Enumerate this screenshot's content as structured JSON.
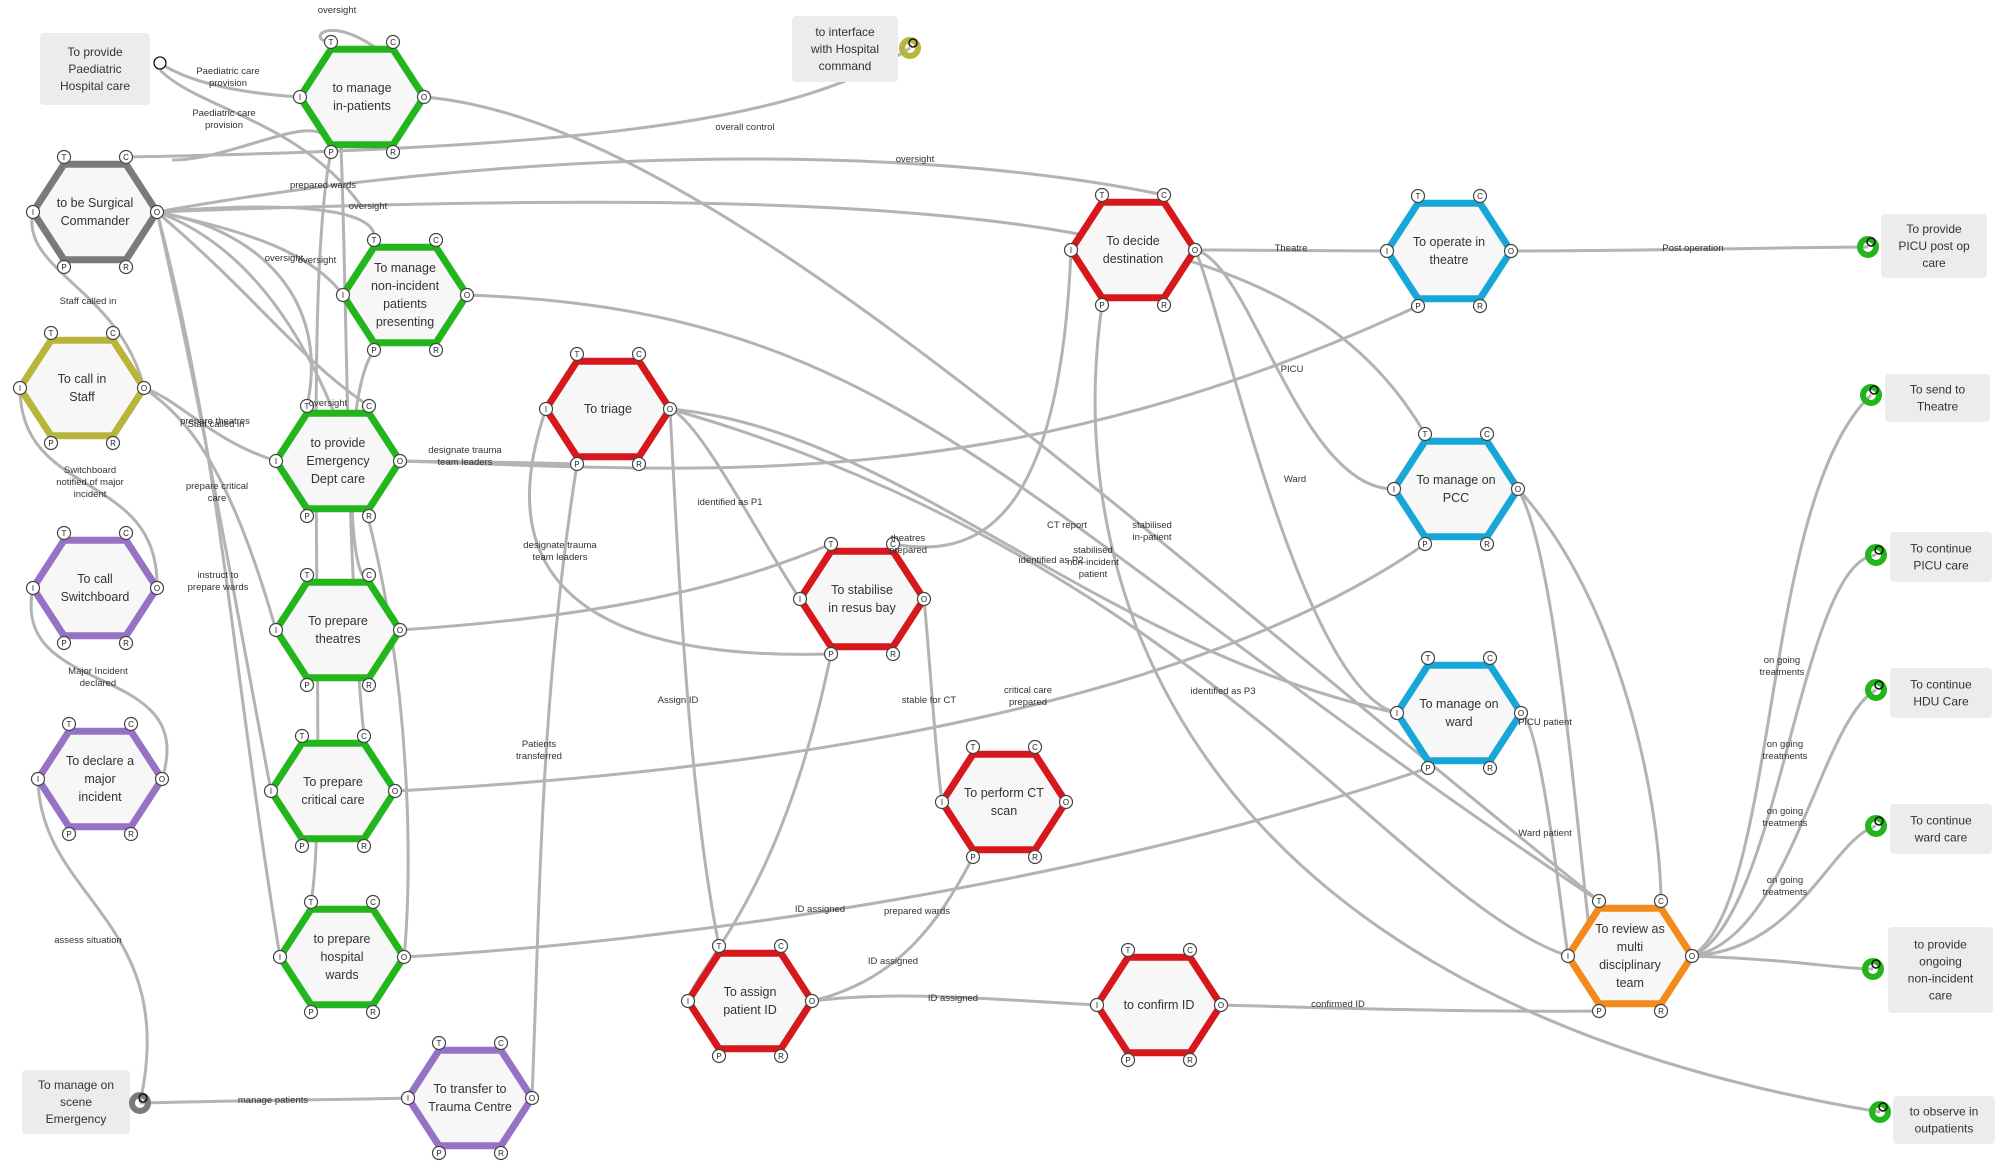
{
  "colors": {
    "grey": "#7a7a7a",
    "green": "#22b51c",
    "red": "#d6171c",
    "blue": "#16a6d8",
    "purple": "#9672c5",
    "olive": "#b7b53a",
    "orange": "#f28a1c",
    "link": "#b3b3b3",
    "hex_fill": "#f7f7f7",
    "box_fill": "#ececec"
  },
  "aspects": [
    "T",
    "C",
    "I",
    "O",
    "P",
    "R"
  ],
  "functions": [
    {
      "id": "surgical",
      "label": [
        "to be Surgical",
        "Commander"
      ],
      "color": "grey"
    },
    {
      "id": "inpatients",
      "label": [
        "to manage",
        "in-patients"
      ],
      "color": "green"
    },
    {
      "id": "nonincident",
      "label": [
        "To manage",
        "non-incident",
        "patients",
        "presenting"
      ],
      "color": "green"
    },
    {
      "id": "emergency",
      "label": [
        "to provide",
        "Emergency",
        "Dept care"
      ],
      "color": "green"
    },
    {
      "id": "theatres",
      "label": [
        "To prepare",
        "theatres"
      ],
      "color": "green"
    },
    {
      "id": "critical",
      "label": [
        "To prepare",
        "critical care"
      ],
      "color": "green"
    },
    {
      "id": "wards",
      "label": [
        "to prepare",
        "hospital",
        "wards"
      ],
      "color": "green"
    },
    {
      "id": "callstaff",
      "label": [
        "To call in",
        "Staff"
      ],
      "color": "olive"
    },
    {
      "id": "switchboard",
      "label": [
        "To call",
        "Switchboard"
      ],
      "color": "purple"
    },
    {
      "id": "declare",
      "label": [
        "To declare a",
        "major",
        "incident"
      ],
      "color": "purple"
    },
    {
      "id": "transfer",
      "label": [
        "To transfer to",
        "Trauma Centre"
      ],
      "color": "purple"
    },
    {
      "id": "triage",
      "label": [
        "To triage"
      ],
      "color": "red"
    },
    {
      "id": "stabilise",
      "label": [
        "To stabilise",
        "in resus bay"
      ],
      "color": "red"
    },
    {
      "id": "ct",
      "label": [
        "To perform CT",
        "scan"
      ],
      "color": "red"
    },
    {
      "id": "assign",
      "label": [
        "To assign",
        "patient ID"
      ],
      "color": "red"
    },
    {
      "id": "confirm",
      "label": [
        "to confirm ID"
      ],
      "color": "red"
    },
    {
      "id": "decide",
      "label": [
        "To decide",
        "destination"
      ],
      "color": "red"
    },
    {
      "id": "theatre",
      "label": [
        "To operate in",
        "theatre"
      ],
      "color": "blue"
    },
    {
      "id": "pcc",
      "label": [
        "To manage on",
        "PCC"
      ],
      "color": "blue"
    },
    {
      "id": "ward",
      "label": [
        "To manage on",
        "ward"
      ],
      "color": "blue"
    },
    {
      "id": "review",
      "label": [
        "To review as",
        "multi",
        "disciplinary",
        "team"
      ],
      "color": "orange"
    }
  ],
  "boxes": [
    {
      "id": "paed",
      "label": [
        "To provide",
        "Paediatric",
        "Hospital care"
      ],
      "ring": "none"
    },
    {
      "id": "hospcmd",
      "label": [
        "to interface",
        "with Hospital",
        "command"
      ],
      "ring": "olive"
    },
    {
      "id": "scene",
      "label": [
        "To manage on",
        "scene",
        "Emergency"
      ],
      "ring": "grey"
    },
    {
      "id": "picupost",
      "label": [
        "To provide",
        "PICU post op",
        "care"
      ],
      "ring": "green"
    },
    {
      "id": "sendtheatre",
      "label": [
        "To send to",
        "Theatre"
      ],
      "ring": "green"
    },
    {
      "id": "contpicu",
      "label": [
        "To continue",
        "PICU care"
      ],
      "ring": "green"
    },
    {
      "id": "conthdu",
      "label": [
        "To continue",
        "HDU Care"
      ],
      "ring": "green"
    },
    {
      "id": "contward",
      "label": [
        "To continue",
        "ward care"
      ],
      "ring": "green"
    },
    {
      "id": "ongoing",
      "label": [
        "to provide",
        "ongoing",
        "non-incident",
        "care"
      ],
      "ring": "green"
    },
    {
      "id": "outpatients",
      "label": [
        "to observe in",
        "outpatients"
      ],
      "ring": "green"
    }
  ],
  "links": [
    {
      "label": [
        "oversight"
      ]
    },
    {
      "label": [
        "Paediatric care",
        "provision"
      ]
    },
    {
      "label": [
        "Paediatric care",
        "provision"
      ]
    },
    {
      "label": [
        "overall control"
      ]
    },
    {
      "label": [
        "oversight"
      ]
    },
    {
      "label": [
        "prepared wards"
      ]
    },
    {
      "label": [
        "oversight"
      ]
    },
    {
      "label": [
        "oversight"
      ]
    },
    {
      "label": [
        "oversight"
      ]
    },
    {
      "label": [
        "Staff called in"
      ]
    },
    {
      "label": [
        "Staff called in"
      ]
    },
    {
      "label": [
        "prepare theatres"
      ]
    },
    {
      "label": [
        "oversight"
      ]
    },
    {
      "label": [
        "designate trauma",
        "team leaders"
      ]
    },
    {
      "label": [
        "Switchboard",
        "notified of major",
        "incident"
      ]
    },
    {
      "label": [
        "prepare critical",
        "care"
      ]
    },
    {
      "label": [
        "instruct to",
        "prepare wards"
      ]
    },
    {
      "label": [
        "designate trauma",
        "team leaders"
      ]
    },
    {
      "label": [
        "identified as P1"
      ]
    },
    {
      "label": [
        "theatres",
        "prepared"
      ]
    },
    {
      "label": [
        "Major Incident",
        "declared"
      ]
    },
    {
      "label": [
        "Assign ID"
      ]
    },
    {
      "label": [
        "Patients",
        "transferred"
      ]
    },
    {
      "label": [
        "stable for CT"
      ]
    },
    {
      "label": [
        "critical care",
        "prepared"
      ]
    },
    {
      "label": [
        "CT report"
      ]
    },
    {
      "label": [
        "identified as P2"
      ]
    },
    {
      "label": [
        "stabilised",
        "non-incident",
        "patient"
      ]
    },
    {
      "label": [
        "stabilised",
        "in-patient"
      ]
    },
    {
      "label": [
        "identified as P3"
      ]
    },
    {
      "label": [
        "ID assigned"
      ]
    },
    {
      "label": [
        "prepared wards"
      ]
    },
    {
      "label": [
        "ID assigned"
      ]
    },
    {
      "label": [
        "ID assigned"
      ]
    },
    {
      "label": [
        "confirmed ID"
      ]
    },
    {
      "label": [
        "Theatre"
      ]
    },
    {
      "label": [
        "Post operation"
      ]
    },
    {
      "label": [
        "PICU"
      ]
    },
    {
      "label": [
        "Ward"
      ]
    },
    {
      "label": [
        "PICU patient"
      ]
    },
    {
      "label": [
        "Ward patient"
      ]
    },
    {
      "label": [
        "assess situation"
      ]
    },
    {
      "label": [
        "manage patients"
      ]
    },
    {
      "label": [
        "on going",
        "treatments"
      ]
    },
    {
      "label": [
        "on going",
        "treatments"
      ]
    },
    {
      "label": [
        "on going",
        "treatments"
      ]
    },
    {
      "label": [
        "on going",
        "treatments"
      ]
    }
  ]
}
